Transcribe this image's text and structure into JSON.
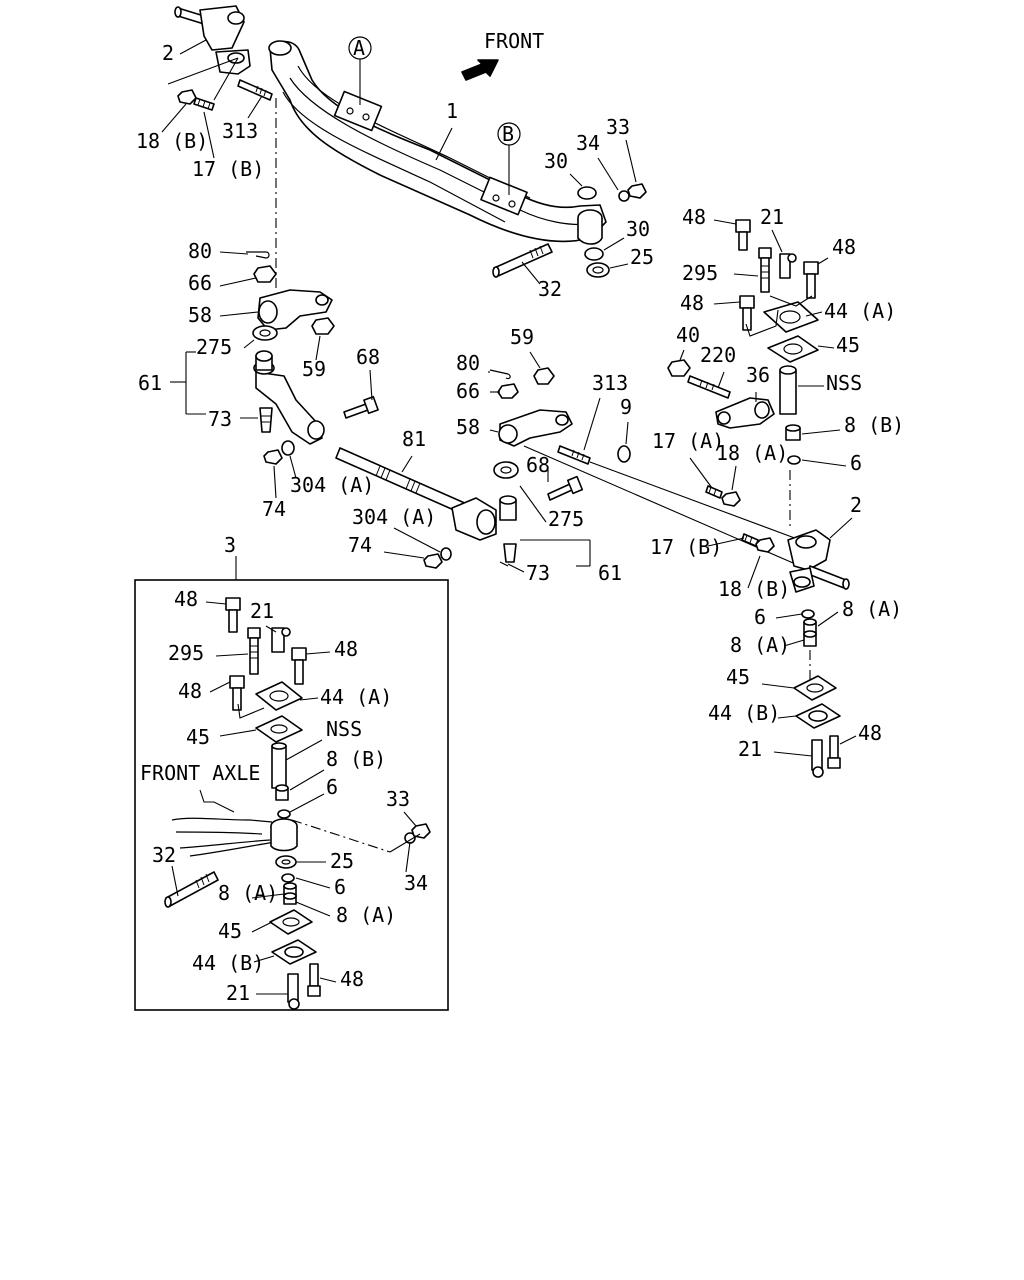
{
  "diagram": {
    "front_arrow_label": "FRONT",
    "inset_front_axle_label": "FRONT AXLE",
    "callouts": {
      "A": "A",
      "B": "B"
    },
    "labels": [
      "2",
      "313",
      "18 (B)",
      "17 (B)",
      "1",
      "33",
      "34",
      "30",
      "30",
      "25",
      "32",
      "48",
      "21",
      "48",
      "295",
      "48",
      "44 (A)",
      "45",
      "40",
      "220",
      "36",
      "NSS",
      "8 (B)",
      "6",
      "80",
      "66",
      "58",
      "59",
      "275",
      "61",
      "73",
      "68",
      "74",
      "304 (A)",
      "81",
      "80",
      "59",
      "66",
      "58",
      "313",
      "68",
      "275",
      "304 (A)",
      "74",
      "73",
      "61",
      "9",
      "17 (A)",
      "18 (A)",
      "17 (B)",
      "2",
      "18 (B)",
      "6",
      "8 (A)",
      "8 (A)",
      "45",
      "44 (B)",
      "21",
      "48",
      "3",
      "48",
      "21",
      "295",
      "48",
      "48",
      "44 (A)",
      "45",
      "NSS",
      "8 (B)",
      "6",
      "33",
      "32",
      "25",
      "34",
      "6",
      "8 (A)",
      "8 (A)",
      "45",
      "44 (B)",
      "48",
      "21"
    ]
  }
}
